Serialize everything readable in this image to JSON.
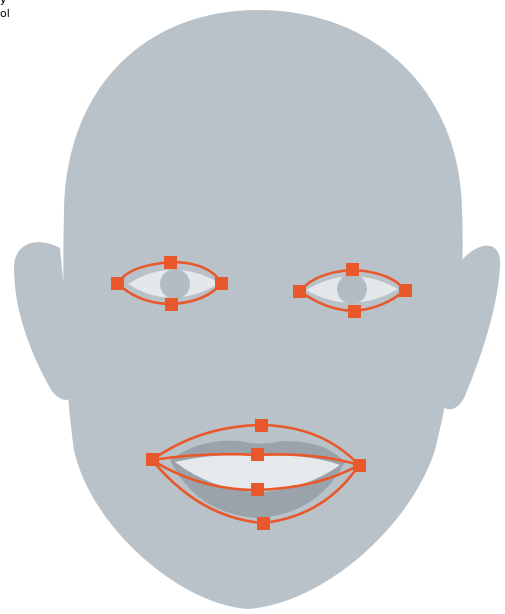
{
  "corner_text": {
    "line1": "y",
    "line2": "ol"
  },
  "colors": {
    "background": "#ffffff",
    "face_fill": "#b9c2c9",
    "eye_white": "#e4e8eb",
    "iris": "#b3bcc3",
    "lip_shadow": "#9aa3ab",
    "mouth_inner": "#e6e9ec",
    "landmark": "#e9582a"
  },
  "icons": {
    "face": "head-silhouette-icon",
    "marker": "square-landmark-marker"
  },
  "landmarks": {
    "left_eye": [
      "outer-corner",
      "top-lid",
      "inner-corner",
      "bottom-lid"
    ],
    "right_eye": [
      "inner-corner",
      "top-lid",
      "outer-corner",
      "bottom-lid"
    ],
    "mouth": [
      "left-corner",
      "upper-lip-top",
      "upper-lip-center",
      "right-corner",
      "lower-lip-center",
      "lower-lip-bottom"
    ]
  }
}
